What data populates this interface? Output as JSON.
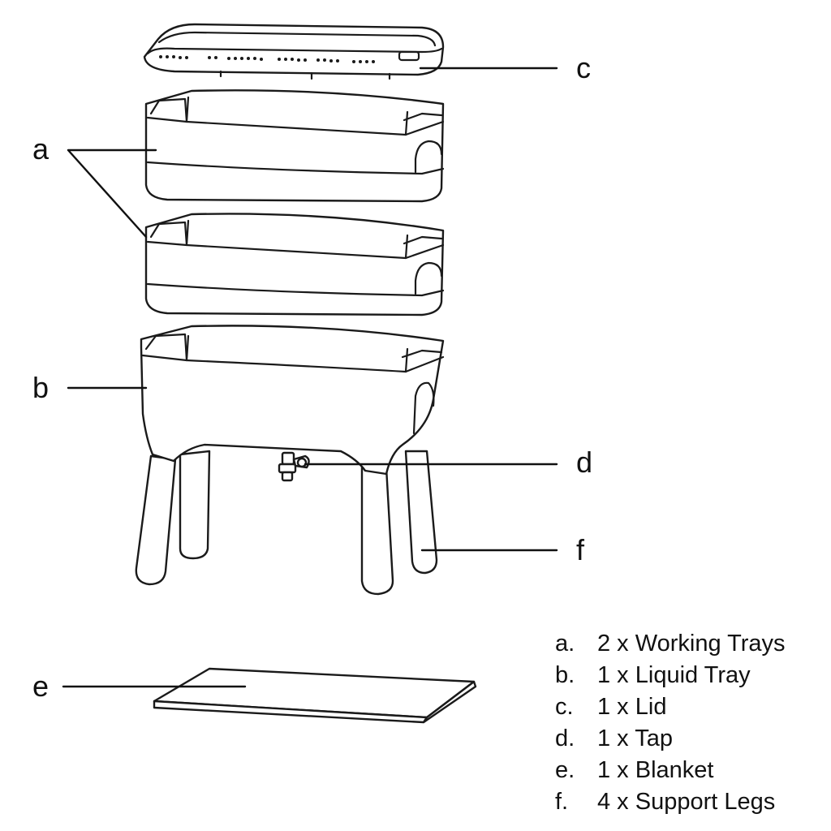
{
  "callouts": {
    "a": "a",
    "b": "b",
    "c": "c",
    "d": "d",
    "e": "e",
    "f": "f"
  },
  "legend": [
    {
      "key": "a.",
      "text": "2 x Working Trays"
    },
    {
      "key": "b.",
      "text": "1 x Liquid Tray"
    },
    {
      "key": "c.",
      "text": "1 x Lid"
    },
    {
      "key": "d.",
      "text": "1 x Tap"
    },
    {
      "key": "e.",
      "text": "1 x Blanket"
    },
    {
      "key": "f.",
      "text": "4 x Support Legs"
    }
  ]
}
